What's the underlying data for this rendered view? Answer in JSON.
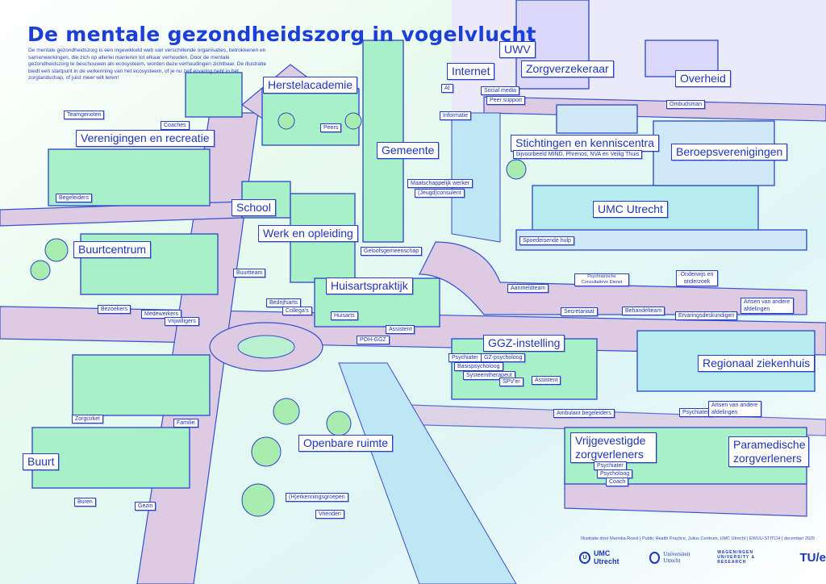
{
  "title": "De mentale gezondheidszorg in vogelvlucht",
  "intro": "De mentale gezondheidszorg is een ingewikkeld web van verschillende organisaties, betrokkenen en samenwerkingen, die zich op allerlei manieren tot elkaar verhouden. Door de mentale gezondheidszorg te beschouwen als ecosysteem, worden deze verhoudingen zichtbaar. De illustratie biedt een startpunt in de verkenning van het ecosysteem, of je nu zelf ervaring hebt in het zorglandschap, of juist meer wilt leren!",
  "places": {
    "herstelacademie": "Herstelacademie",
    "verenigingen": "Verenigingen en recreatie",
    "gemeente": "Gemeente",
    "school": "School",
    "werk": "Werk en opleiding",
    "buurtcentrum": "Buurtcentrum",
    "huisartspraktijk": "Huisartspraktijk",
    "ggz": "GGZ-instelling",
    "ziekenhuis": "Regionaal ziekenhuis",
    "openbare_ruimte": "Openbare ruimte",
    "buurt": "Buurt",
    "vrijgevestigde": "Vrijgevestigde zorgverleners",
    "paramedische": "Paramedische zorgverleners",
    "internet": "Internet",
    "uwv": "UWV",
    "zorgverzekeraar": "Zorgverzekeraar",
    "overheid": "Overheid",
    "stichtingen": "Stichtingen en kenniscentra",
    "beroepsverenigingen": "Beroepsverenigingen",
    "umc": "UMC Utrecht"
  },
  "people": {
    "teamgenoten": "Teamgenoten",
    "coaches": "Coaches",
    "peers": "Peers",
    "begeleiders": "Begeleiders",
    "ai": "AI",
    "social_media": "Social media",
    "peer_support": "Peer support",
    "informatie": "Informatie",
    "ombudsman": "Ombudsman",
    "stichtingen_vb": "bijvoorbeeld MIND, Phrenos, NVA en Veilig Thuis",
    "maatschappelijk_werker": "Maatschappelijk werker",
    "jeugdconsulent": "(Jeugd)consulent",
    "geloofsgemeenschap": "Geloofsgemeenschap",
    "buurtteam": "Buurtteam",
    "spoedeisende_hulp": "Spoedeisende hulp",
    "pcd": "Psychiatrische Consultatieve Dienst",
    "onderwijs": "Onderwijs en onderzoek",
    "aanmeldteam": "Aanmeldteam",
    "secretariaat": "Secretariaat",
    "behandelteam": "Behandelteam",
    "ervaringsdeskundigen": "Ervaringsdeskundigen",
    "artsen_umc": "Artsen van andere afdelingen",
    "bezoekers": "Bezoekers",
    "medewerkers": "Medewerkers",
    "vrijwilligers": "Vrijwilligers",
    "bedrijfsarts": "Bedrijfsarts",
    "collegas": "Collega's",
    "huisarts": "Huisarts",
    "assistent_ha": "Assistent",
    "poh_ggz": "POH-GGZ",
    "psychiater_ggz": "Psychiater",
    "gz_psycholoog": "GZ-psycholoog",
    "basispsycholoog": "Basispsycholoog",
    "systeemtherapeut": "Systeemtherapeut",
    "spver": "SPV'er",
    "assistent_ggz": "Assistent",
    "ambulant": "Ambulant begeleiders",
    "psychiater_zh": "Psychiater",
    "artsen_zh": "Artsen van andere afdelingen",
    "zorgcirkel": "Zorgcirkel",
    "familie": "Familie",
    "psychiater_vg": "Psychiater",
    "psycholoog_vg": "Psycholoog",
    "coach_vg": "Coach",
    "herkenningsgroepen": "(H)erkenningsgroepen",
    "buren": "Buren",
    "gezin": "Gezin",
    "vrienden": "Vrienden"
  },
  "footer": {
    "credits": "Illustratie door Marinka Roest | Public Health Practice, Julius Centrum, UMC Utrecht | EWUU-STITCH | december 2025",
    "logos": {
      "umc": "UMC Utrecht",
      "uu": "Universiteit Utrecht",
      "wur": "WAGENINGEN UNIVERSITY & RESEARCH",
      "tue": "TU/e"
    }
  },
  "colors": {
    "accent": "#1c3fd8",
    "building": "#a8f0c8",
    "road": "#dccbe2",
    "water": "#bfe6f5",
    "person": "#e8382a"
  }
}
